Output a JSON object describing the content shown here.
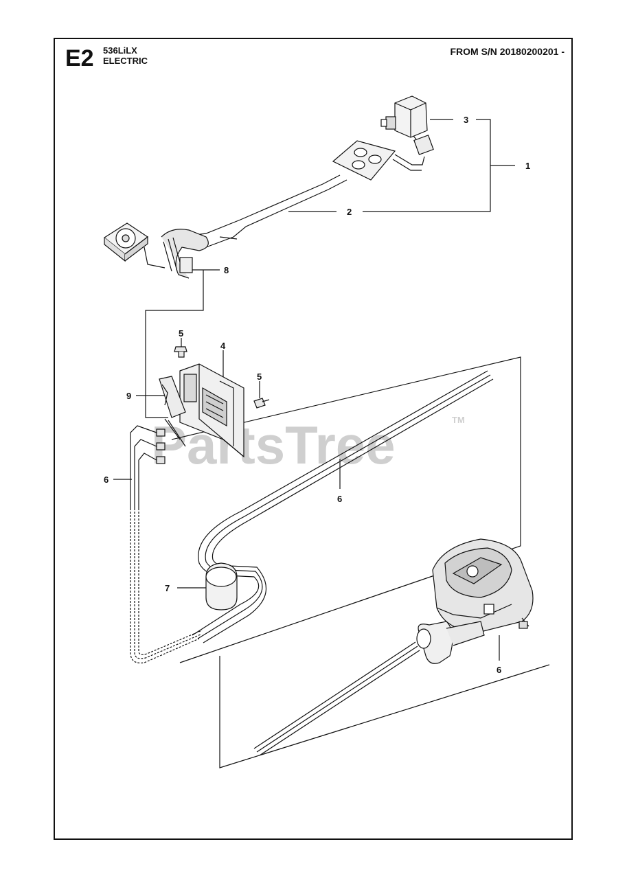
{
  "header": {
    "section_code": "E2",
    "model": "536LiLX",
    "subtitle": "ELECTRIC",
    "serial": "FROM S/N 20180200201 -"
  },
  "watermark": {
    "text": "PartsTree",
    "tm": "TM",
    "color": "#cfcfcf"
  },
  "callouts": {
    "c1": "1",
    "c2": "2",
    "c3": "3",
    "c4": "4",
    "c5a": "5",
    "c5b": "5",
    "c6a": "6",
    "c6b": "6",
    "c6c": "6",
    "c7": "7",
    "c8": "8",
    "c9": "9"
  }
}
